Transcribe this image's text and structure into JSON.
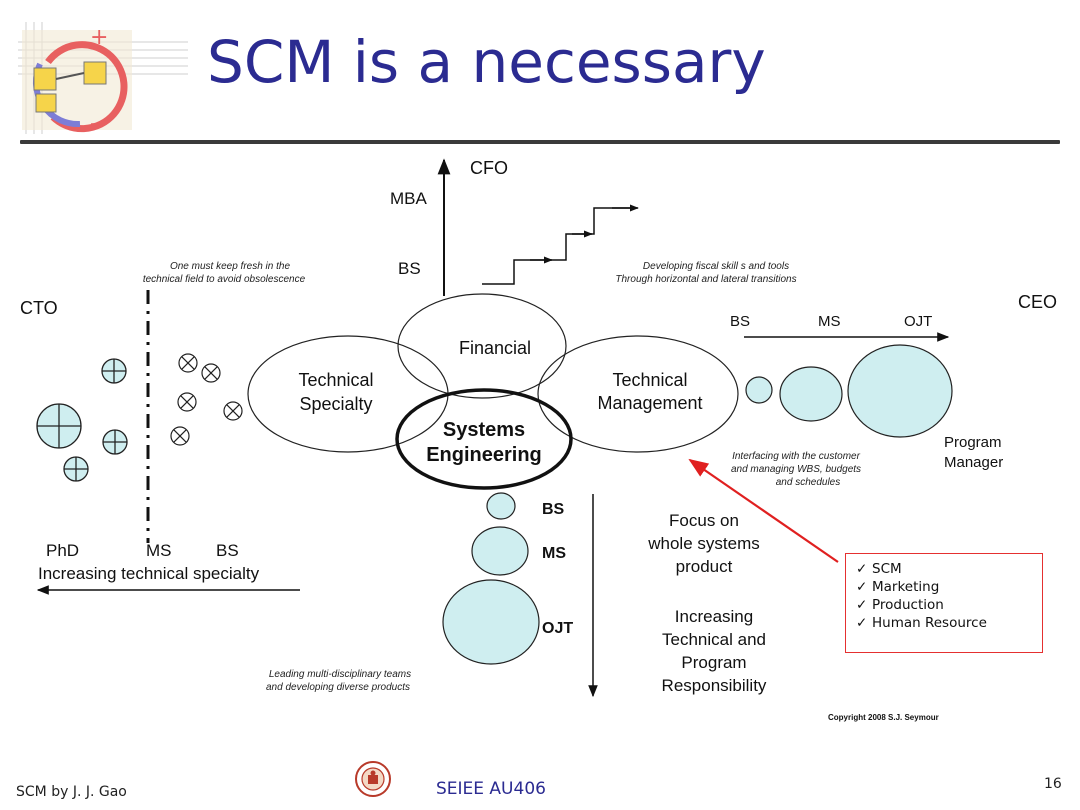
{
  "slide": {
    "title": "SCM is a necessary",
    "page_number": "16"
  },
  "footer": {
    "author": "SCM by J. J. Gao",
    "course": "SEIEE AU406",
    "seal_icon": "university-seal-icon"
  },
  "diagram": {
    "top_axis": {
      "end_label": "CFO",
      "mba": "MBA",
      "bs": "BS"
    },
    "financial_note": [
      "Developing fiscal skill s and tools",
      "Through horizontal and lateral transitions"
    ],
    "left_note": [
      "One must keep fresh in the",
      "technical field to avoid obsolescence"
    ],
    "cto": "CTO",
    "ceo": "CEO",
    "right_axis": {
      "bs": "BS",
      "ms": "MS",
      "ojt": "OJT"
    },
    "financial": "Financial",
    "technical_specialty": [
      "Technical",
      "Specialty"
    ],
    "technical_management": [
      "Technical",
      "Management"
    ],
    "systems_engineering": [
      "Systems",
      "Engineering"
    ],
    "program_manager": [
      "Program",
      "Manager"
    ],
    "interfacing_note": [
      "Interfacing with the customer",
      "and managing WBS, budgets",
      "and schedules"
    ],
    "left_axis": {
      "phd": "PhD",
      "ms": "MS",
      "bs": "BS",
      "label": "Increasing technical specialty"
    },
    "bottom_axis": {
      "bs": "BS",
      "ms": "MS",
      "ojt": "OJT"
    },
    "focus": [
      "Focus on",
      "whole systems",
      "product"
    ],
    "responsibility": [
      "Increasing",
      "Technical and",
      "Program",
      "Responsibility"
    ],
    "leading_note": [
      "Leading multi-disciplinary teams",
      "and developing diverse products"
    ],
    "copyright": "Copyright 2008 S.J. Seymour"
  },
  "checklist": [
    "SCM",
    "Marketing",
    "Production",
    "Human Resource"
  ],
  "colors": {
    "title": "#2b2b91",
    "bubble_fill": "#cfeef0",
    "callout_arrow": "#e02020",
    "checklist_border": "#e53030"
  }
}
